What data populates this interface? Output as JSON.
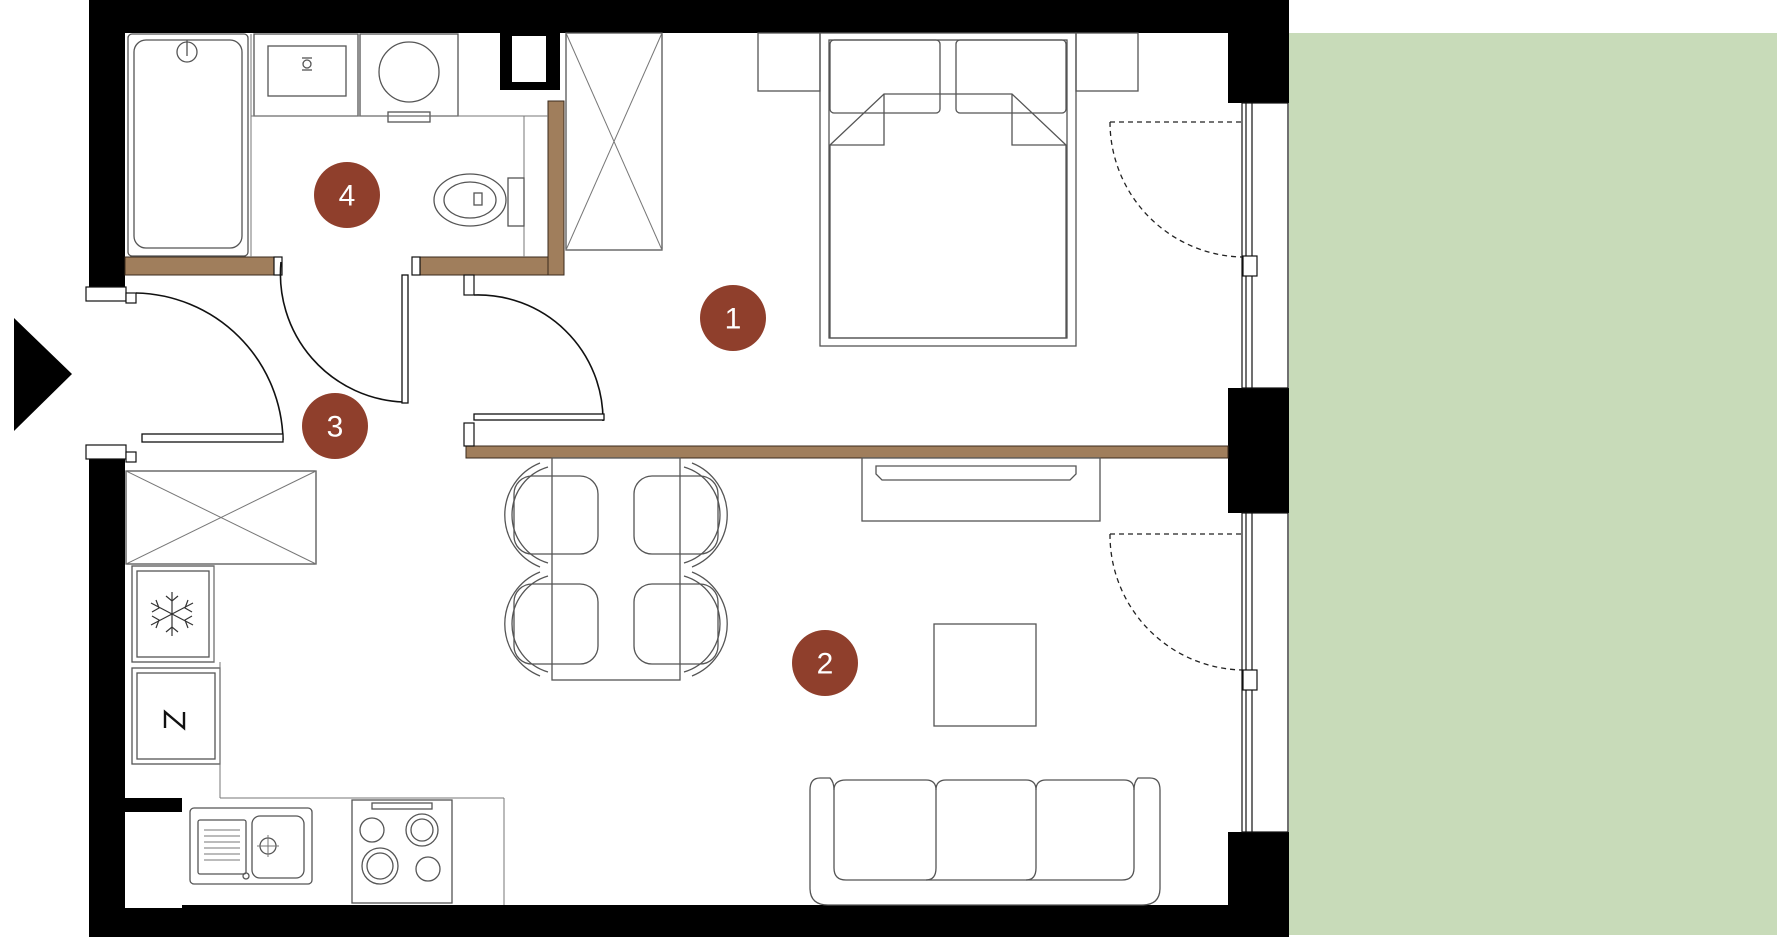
{
  "colors": {
    "wall": "#000000",
    "partition": "#a07e5c",
    "badge": "#8f3f2c",
    "terrace": "#c8dbb9",
    "furniture": "#555555"
  },
  "rooms": [
    {
      "label": "1"
    },
    {
      "label": "2"
    },
    {
      "label": "3"
    },
    {
      "label": "4"
    }
  ],
  "icons": {
    "entrance": "entrance-arrow-icon",
    "freezer": "snowflake-icon",
    "dishwasher": "dishwasher-icon"
  }
}
